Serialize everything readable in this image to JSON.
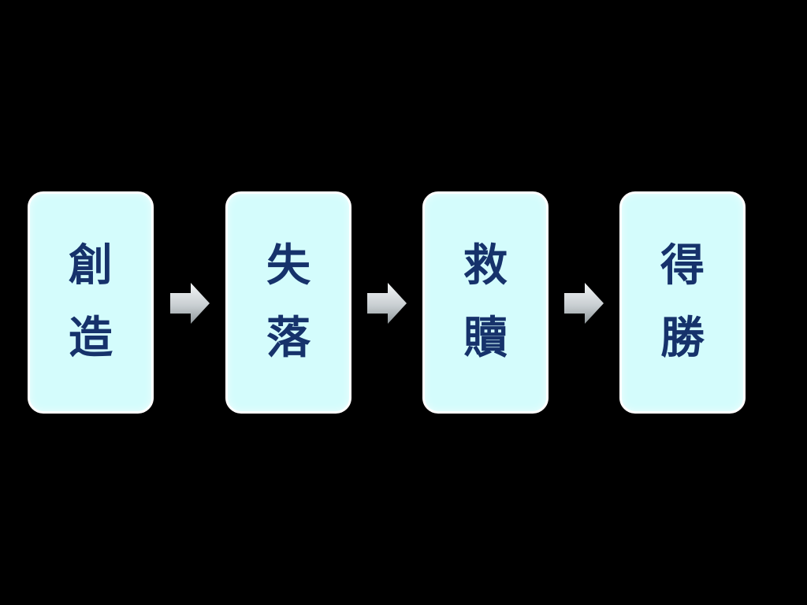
{
  "steps": [
    {
      "chars": [
        "創",
        "造"
      ]
    },
    {
      "chars": [
        "失",
        "落"
      ]
    },
    {
      "chars": [
        "救",
        "贖"
      ]
    },
    {
      "chars": [
        "得",
        "勝"
      ]
    }
  ],
  "colors": {
    "background": "#000000",
    "box_fill": "#d4fcfc",
    "box_border": "#ffffff",
    "text": "#16326b",
    "arrow_light": "#f2f4f5",
    "arrow_dark": "#9aa2a6"
  }
}
